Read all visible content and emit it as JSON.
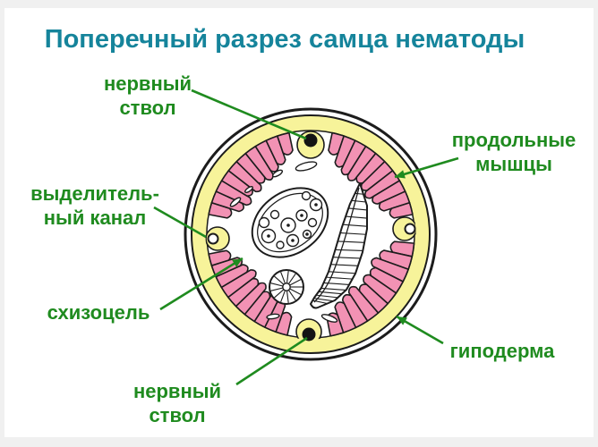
{
  "title": "Поперечный разрез самца нематоды",
  "colors": {
    "title": "#15849B",
    "label_green": "#1F8B1F",
    "muscle_pink": "#F292B4",
    "hypodermis_yellow": "#F7F39A",
    "outline": "#1C1C1C",
    "nerve_dot": "#141414"
  },
  "labels": {
    "nerve_top": {
      "line1": "нервный",
      "line2": "ствол"
    },
    "longitudinal_muscles": {
      "line1": "продольные",
      "line2": "мышцы"
    },
    "excretory_canal": {
      "line1": "выделитель-",
      "line2": "ный канал"
    },
    "schizocoel": {
      "text": "схизоцель"
    },
    "hypodermis": {
      "text": "гиподерма"
    },
    "nerve_bottom": {
      "line1": "нервный",
      "line2": "ствол"
    }
  }
}
